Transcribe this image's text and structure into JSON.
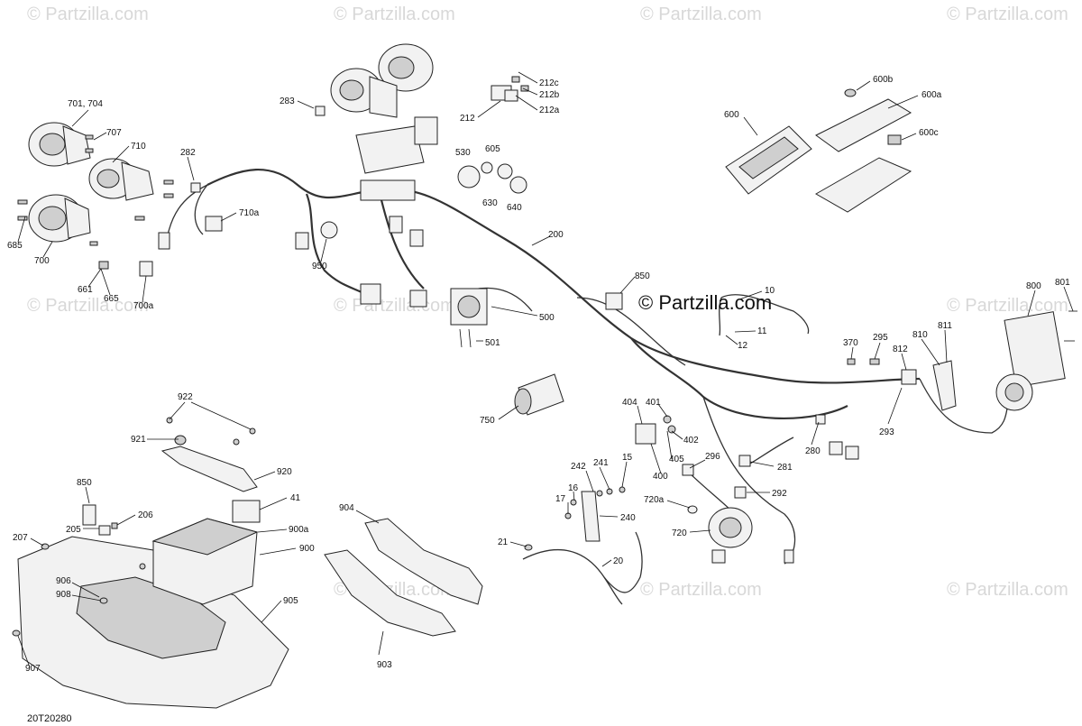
{
  "watermark": "© Partzilla.com",
  "brand_text": "© Partzilla.com",
  "diagram_code": "20T20280",
  "callouts": {
    "c701_704": "701, 704",
    "c707": "707",
    "c710": "710",
    "c282": "282",
    "c710a": "710a",
    "c685": "685",
    "c700": "700",
    "c661": "661",
    "c665": "665",
    "c700a": "700a",
    "c283": "283",
    "c212": "212",
    "c212a": "212a",
    "c212b": "212b",
    "c212c": "212c",
    "c530": "530",
    "c605": "605",
    "c630": "630",
    "c640": "640",
    "c950": "950",
    "c200": "200",
    "c500": "500",
    "c501": "501",
    "c600": "600",
    "c600a": "600a",
    "c600b": "600b",
    "c600c": "600c",
    "c850_top": "850",
    "c10": "10",
    "c11": "11",
    "c12": "12",
    "c750": "750",
    "c404": "404",
    "c401": "401",
    "c402": "402",
    "c405": "405",
    "c400": "400",
    "c370": "370",
    "c295": "295",
    "c812": "812",
    "c810": "810",
    "c811": "811",
    "c800": "800",
    "c801": "801",
    "c293": "293",
    "c280": "280",
    "c281": "281",
    "c296": "296",
    "c292": "292",
    "c720a": "720a",
    "c720": "720",
    "c242": "242",
    "c241": "241",
    "c15": "15",
    "c17": "17",
    "c16": "16",
    "c240": "240",
    "c21": "21",
    "c20": "20",
    "c922": "922",
    "c921": "921",
    "c920": "920",
    "c850_bottom": "850",
    "c41": "41",
    "c205": "205",
    "c206": "206",
    "c207": "207",
    "c900a": "900a",
    "c900": "900",
    "c906": "906",
    "c908": "908",
    "c907": "907",
    "c905": "905",
    "c904": "904",
    "c903": "903"
  }
}
